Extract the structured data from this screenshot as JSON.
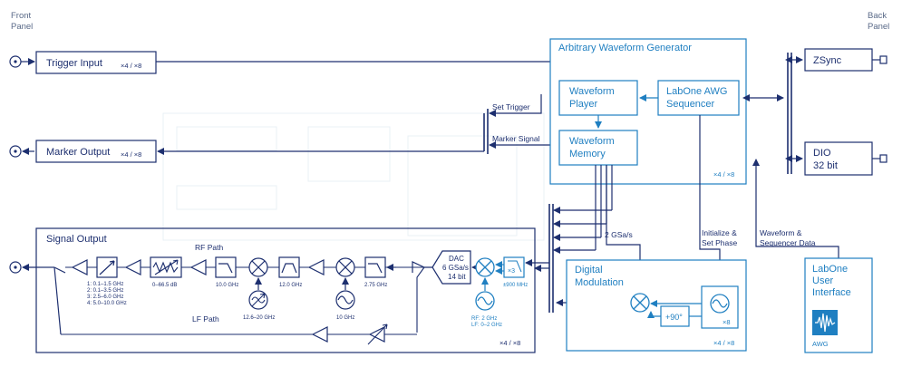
{
  "panels": {
    "front": [
      "Front",
      "Panel"
    ],
    "back": [
      "Back",
      "Panel"
    ]
  },
  "blocks": {
    "trigger_input": "Trigger Input",
    "marker_output": "Marker Output",
    "channel_multiplier": "×4 / ×8",
    "signal_output": "Signal Output",
    "awg": "Arbitrary Waveform Generator",
    "waveform_player": [
      "Waveform",
      "Player"
    ],
    "sequencer": [
      "LabOne AWG",
      "Sequencer"
    ],
    "waveform_memory": [
      "Waveform",
      "Memory"
    ],
    "zsync": "ZSync",
    "dio": [
      "DIO",
      "32 bit"
    ],
    "digital_modulation": [
      "Digital",
      "Modulation"
    ],
    "labone_ui": [
      "LabOne",
      "User",
      "Interface"
    ],
    "awg_icon_label": "AWG"
  },
  "signals": {
    "set_trigger": "Set Trigger",
    "marker_signal": "Marker Signal",
    "gsa": "2 GSa/s",
    "init_phase": [
      "Initialize &",
      "Set Phase"
    ],
    "wave_seq": [
      "Waveform &",
      "Sequencer Data"
    ],
    "rf_path": "RF Path",
    "lf_path": "LF Path"
  },
  "components": {
    "dac": [
      "DAC",
      "6 GSa/s",
      "14 bit"
    ],
    "bands": [
      "1: 0.1–1.5 GHz",
      "2: 0.1–3.5 GHz",
      "3: 2.5–6.0 GHz",
      "4: 5.0–10.0 GHz"
    ],
    "atten": "0–66.5 dB",
    "lp10": "10.0 GHz",
    "lo1": "12.6–20 GHz",
    "bp12": "12.0 GHz",
    "lo2": "10 GHz",
    "lp275": "2.75 GHz",
    "rf_lf_osc": [
      "RF: 2 GHz",
      "LF: 0–2 GHz"
    ],
    "mult3": "×3",
    "pm900": "±900 MHz",
    "phase90": "+90°",
    "x8": "×8"
  },
  "colors": {
    "blue": "#1f7fc1",
    "navy": "#1d2f6f",
    "ghost": "#e6eef5"
  }
}
